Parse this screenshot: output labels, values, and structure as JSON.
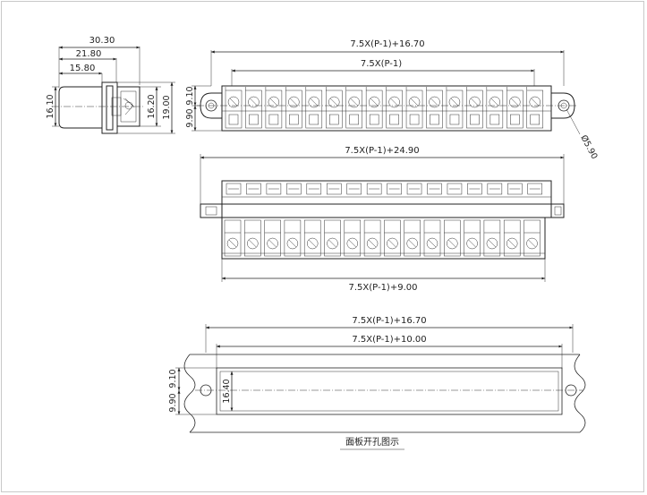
{
  "side_view": {
    "dims": {
      "d1": "30.30",
      "d2": "21.80",
      "d3": "15.80",
      "d4": "16.10",
      "d5": "16.20",
      "d6": "19.00"
    }
  },
  "top_view": {
    "dims": {
      "overall": "7.5X(P-1)+16.70",
      "pitch_span": "7.5X(P-1)",
      "h_upper": "9.10",
      "h_lower": "9.90",
      "hole": "5.90"
    },
    "pole_count": 16
  },
  "front_view": {
    "dims": {
      "overall": "7.5X(P-1)+24.90",
      "plug": "7.5X(P-1)+9.00"
    },
    "pole_count": 16
  },
  "panel_cutout": {
    "dims": {
      "overall": "7.5X(P-1)+16.70",
      "window": "7.5X(P-1)+10.00",
      "h_upper": "9.10",
      "h_lower": "9.90",
      "window_h": "16.40"
    },
    "caption": "面板开孔图示"
  }
}
